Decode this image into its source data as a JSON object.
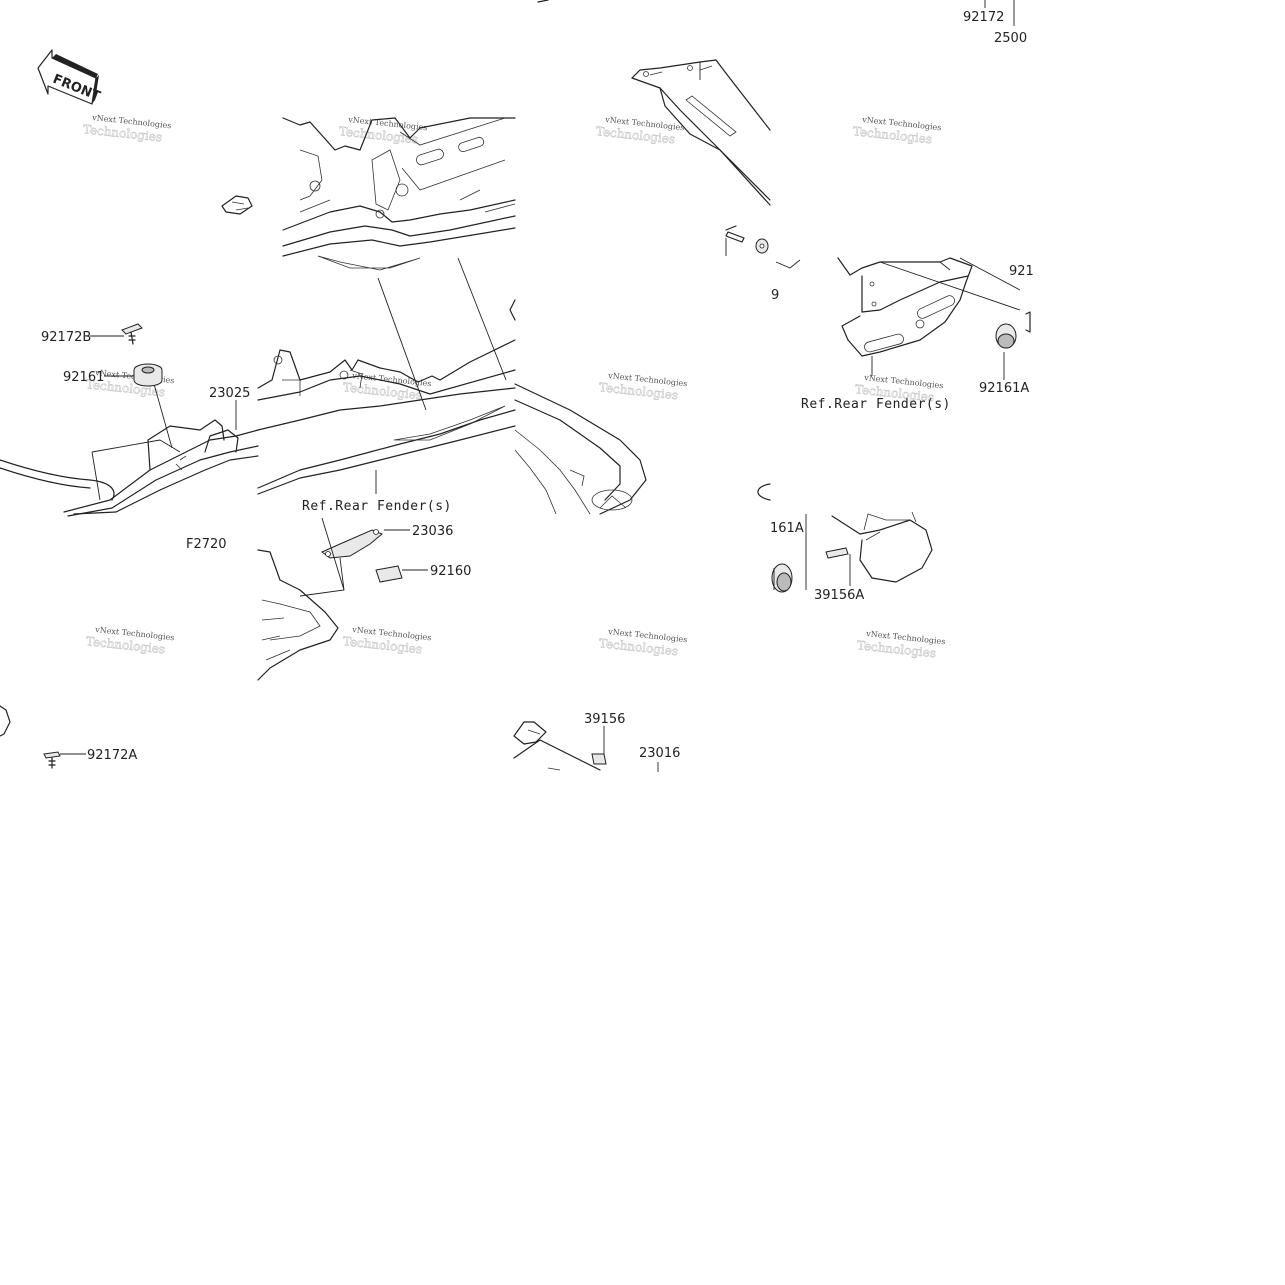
{
  "diagram": {
    "figure_code": "F2720",
    "front_arrow_text": "FRONT",
    "watermark_line1": "vNext Technologies",
    "watermark_line2": "Technologies",
    "callouts": [
      {
        "id": "92172-top",
        "text": "92172"
      },
      {
        "id": "25009-top",
        "text": "2500"
      },
      {
        "id": "92172B",
        "text": "92172B"
      },
      {
        "id": "92161",
        "text": "92161"
      },
      {
        "id": "23025",
        "text": "23025"
      },
      {
        "id": "ref-rear-fender-1",
        "text": "Ref.Rear Fender(s)"
      },
      {
        "id": "23036",
        "text": "23036"
      },
      {
        "id": "92160",
        "text": "92160"
      },
      {
        "id": "92172A",
        "text": "92172A"
      },
      {
        "id": "39156",
        "text": "39156"
      },
      {
        "id": "23016",
        "text": "23016"
      },
      {
        "id": "9-partial",
        "text": "9"
      },
      {
        "id": "92-partial",
        "text": "921"
      },
      {
        "id": "92161A",
        "text": "92161A"
      },
      {
        "id": "ref-rear-fender-2",
        "text": "Ref.Rear Fender(s)"
      },
      {
        "id": "161A",
        "text": "161A"
      },
      {
        "id": "39156A",
        "text": "39156A"
      }
    ]
  }
}
